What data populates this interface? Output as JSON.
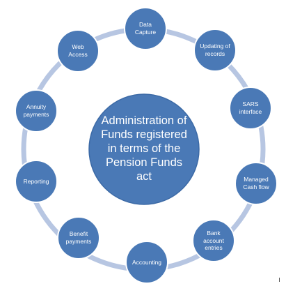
{
  "center": {
    "label": "Administration of\nFunds registered\nin terms of the\nPension Funds\nact"
  },
  "nodes": [
    {
      "label": "Data\nCapture"
    },
    {
      "label": "Updating of\nrecords"
    },
    {
      "label": "SARS\ninterface"
    },
    {
      "label": "Managed\nCash flow"
    },
    {
      "label": "Bank\naccount\nentries"
    },
    {
      "label": "Accounting"
    },
    {
      "label": "Benefit\npayments"
    },
    {
      "label": "Reporting"
    },
    {
      "label": "Annuity\npayments"
    },
    {
      "label": "Web\nAccess"
    }
  ],
  "colors": {
    "node_fill": "#4a79b6",
    "ring": "#b7c6e2",
    "text": "#ffffff"
  }
}
